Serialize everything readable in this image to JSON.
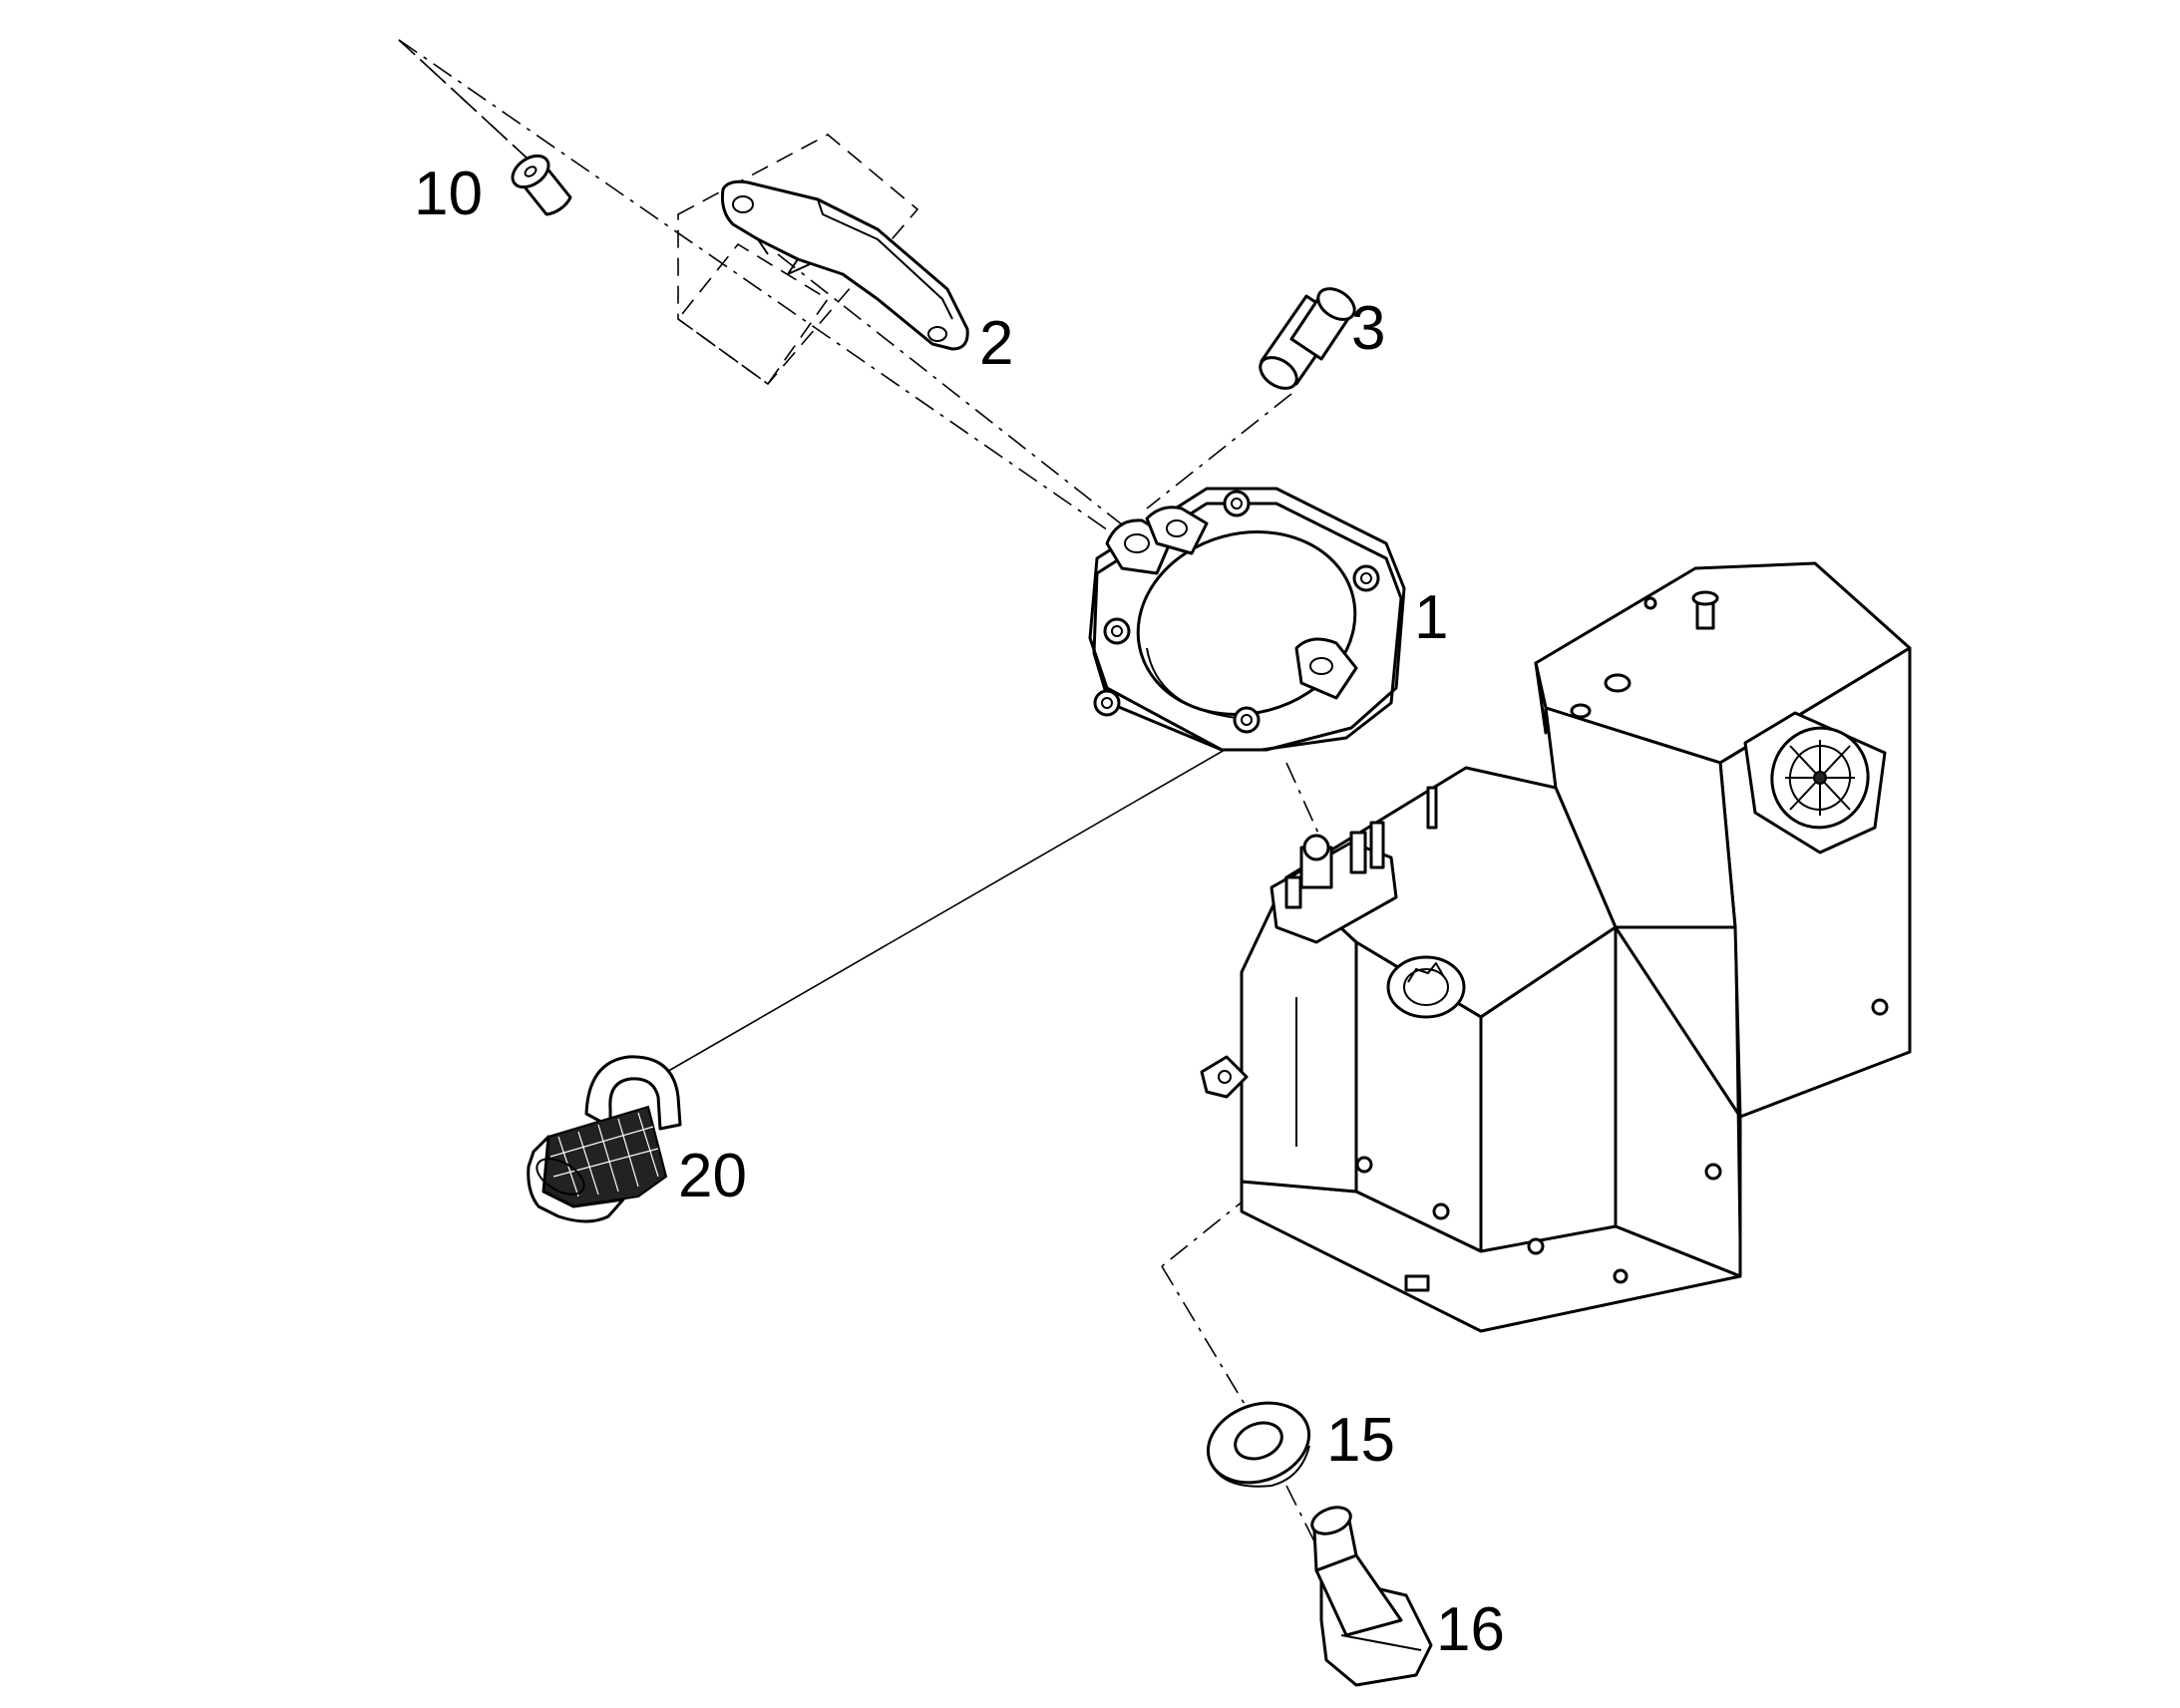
{
  "callouts": {
    "c1": "1",
    "c2": "2",
    "c3": "3",
    "c10": "10",
    "c15": "15",
    "c16": "16",
    "c20": "20"
  }
}
